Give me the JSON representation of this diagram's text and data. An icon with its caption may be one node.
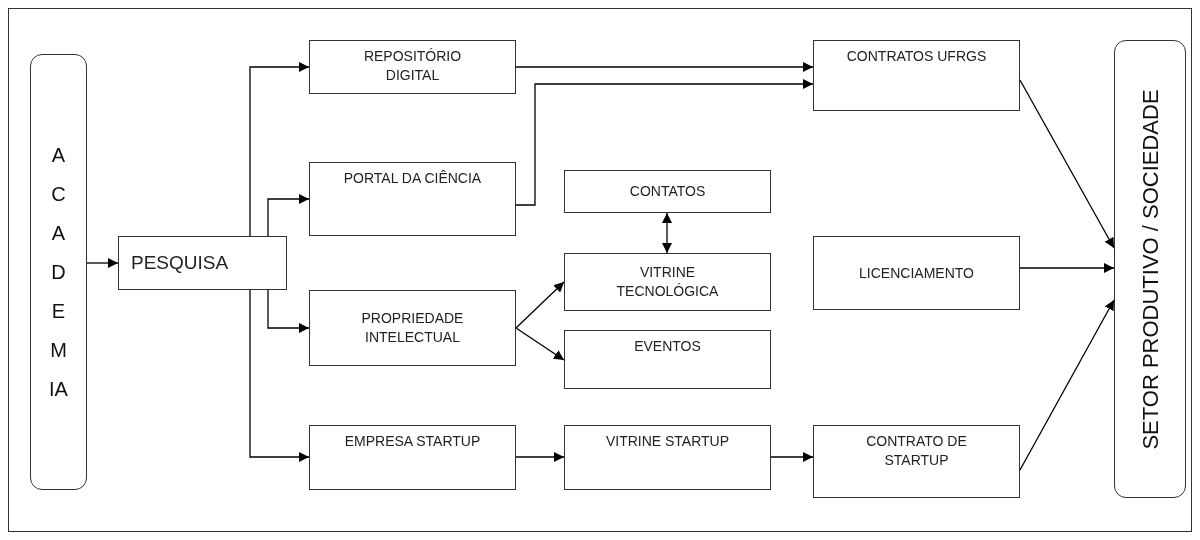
{
  "diagram": {
    "nodes": [
      {
        "text": [
          "ACADEMIA"
        ]
      },
      {
        "text": [
          "PESQUISA"
        ]
      },
      {
        "text": [
          "REPOSITÓRIO DIGITAL"
        ]
      },
      {
        "text": [
          "PORTAL DA CIÊNCIA"
        ]
      },
      {
        "text": [
          "CONTATOS"
        ]
      },
      {
        "text": [
          "VITRINE TECNOLÓGICA"
        ]
      },
      {
        "text": [
          "PROPRIEDADE INTELECTUAL"
        ]
      },
      {
        "text": [
          "EVENTOS"
        ]
      },
      {
        "text": [
          "EMPRESA STARTUP"
        ]
      },
      {
        "text": [
          "VITRINE STARTUP"
        ]
      },
      {
        "text": [
          "CONTRATOS UFRGS"
        ]
      },
      {
        "text": [
          "LICENCIAMENTO"
        ]
      },
      {
        "text": [
          "CONTRATO DE STARTUP"
        ]
      },
      {
        "text": [
          "SETOR PRODUTIVO / SOCIEDADE"
        ]
      }
    ],
    "edges": [
      {
        "from": 0,
        "to": 1,
        "arrow": "to"
      },
      {
        "from": 1,
        "to": 2,
        "arrow": "to"
      },
      {
        "from": 1,
        "to": 3,
        "arrow": "to"
      },
      {
        "from": 1,
        "to": 6,
        "arrow": "to"
      },
      {
        "from": 1,
        "to": 8,
        "arrow": "to"
      },
      {
        "from": 2,
        "to": 10,
        "arrow": "to"
      },
      {
        "from": 3,
        "to": 10,
        "arrow": "to"
      },
      {
        "from": 4,
        "to": 5,
        "arrow": "both"
      },
      {
        "from": 6,
        "to": 5,
        "arrow": "to"
      },
      {
        "from": 6,
        "to": 7,
        "arrow": "to"
      },
      {
        "from": 8,
        "to": 9,
        "arrow": "to"
      },
      {
        "from": 9,
        "to": 12,
        "arrow": "to"
      },
      {
        "from": 10,
        "to": 13,
        "arrow": "to"
      },
      {
        "from": 11,
        "to": 13,
        "arrow": "to"
      },
      {
        "from": 12,
        "to": 13,
        "arrow": "to"
      }
    ]
  }
}
